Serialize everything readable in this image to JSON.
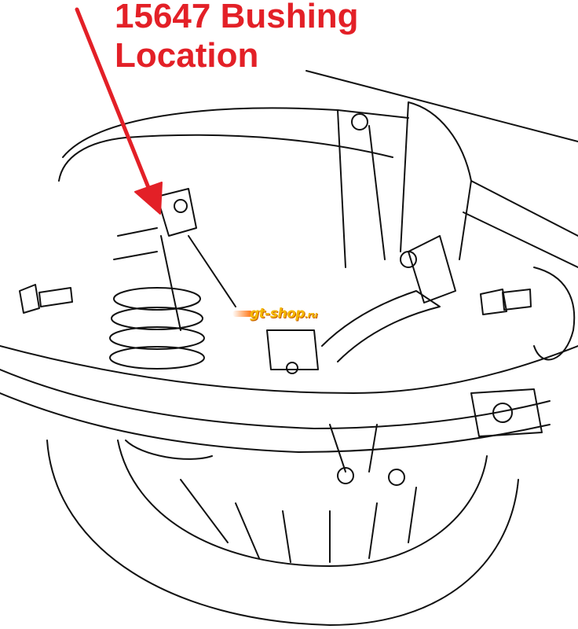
{
  "annotation": {
    "line1": "15647 Bushing",
    "line2": "Location",
    "color": "#e32027"
  },
  "watermark": {
    "brand": "gt-shop",
    "suffix": ".ru",
    "color": "#f5b800"
  }
}
